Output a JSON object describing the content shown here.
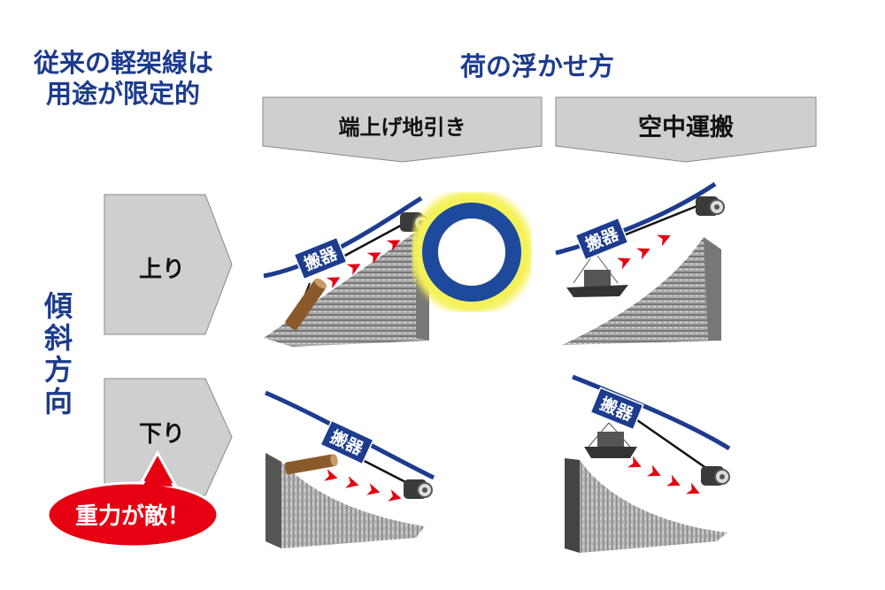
{
  "header": {
    "left_title_line1": "従来の軽架線は",
    "left_title_line2": "用途が限定的",
    "main_title": "荷の浮かせ方"
  },
  "columns": [
    {
      "label": "端上げ地引き"
    },
    {
      "label": "空中運搬"
    }
  ],
  "rows": [
    {
      "label": "上り"
    },
    {
      "label": "下り"
    }
  ],
  "axis_label": "傾斜方向",
  "carriage_label": "搬器",
  "callout": "重力が敵！",
  "colors": {
    "navy": "#1d3c8f",
    "red": "#e60012",
    "gray": "#cfcfcf",
    "highlight": "#f4f25a"
  }
}
